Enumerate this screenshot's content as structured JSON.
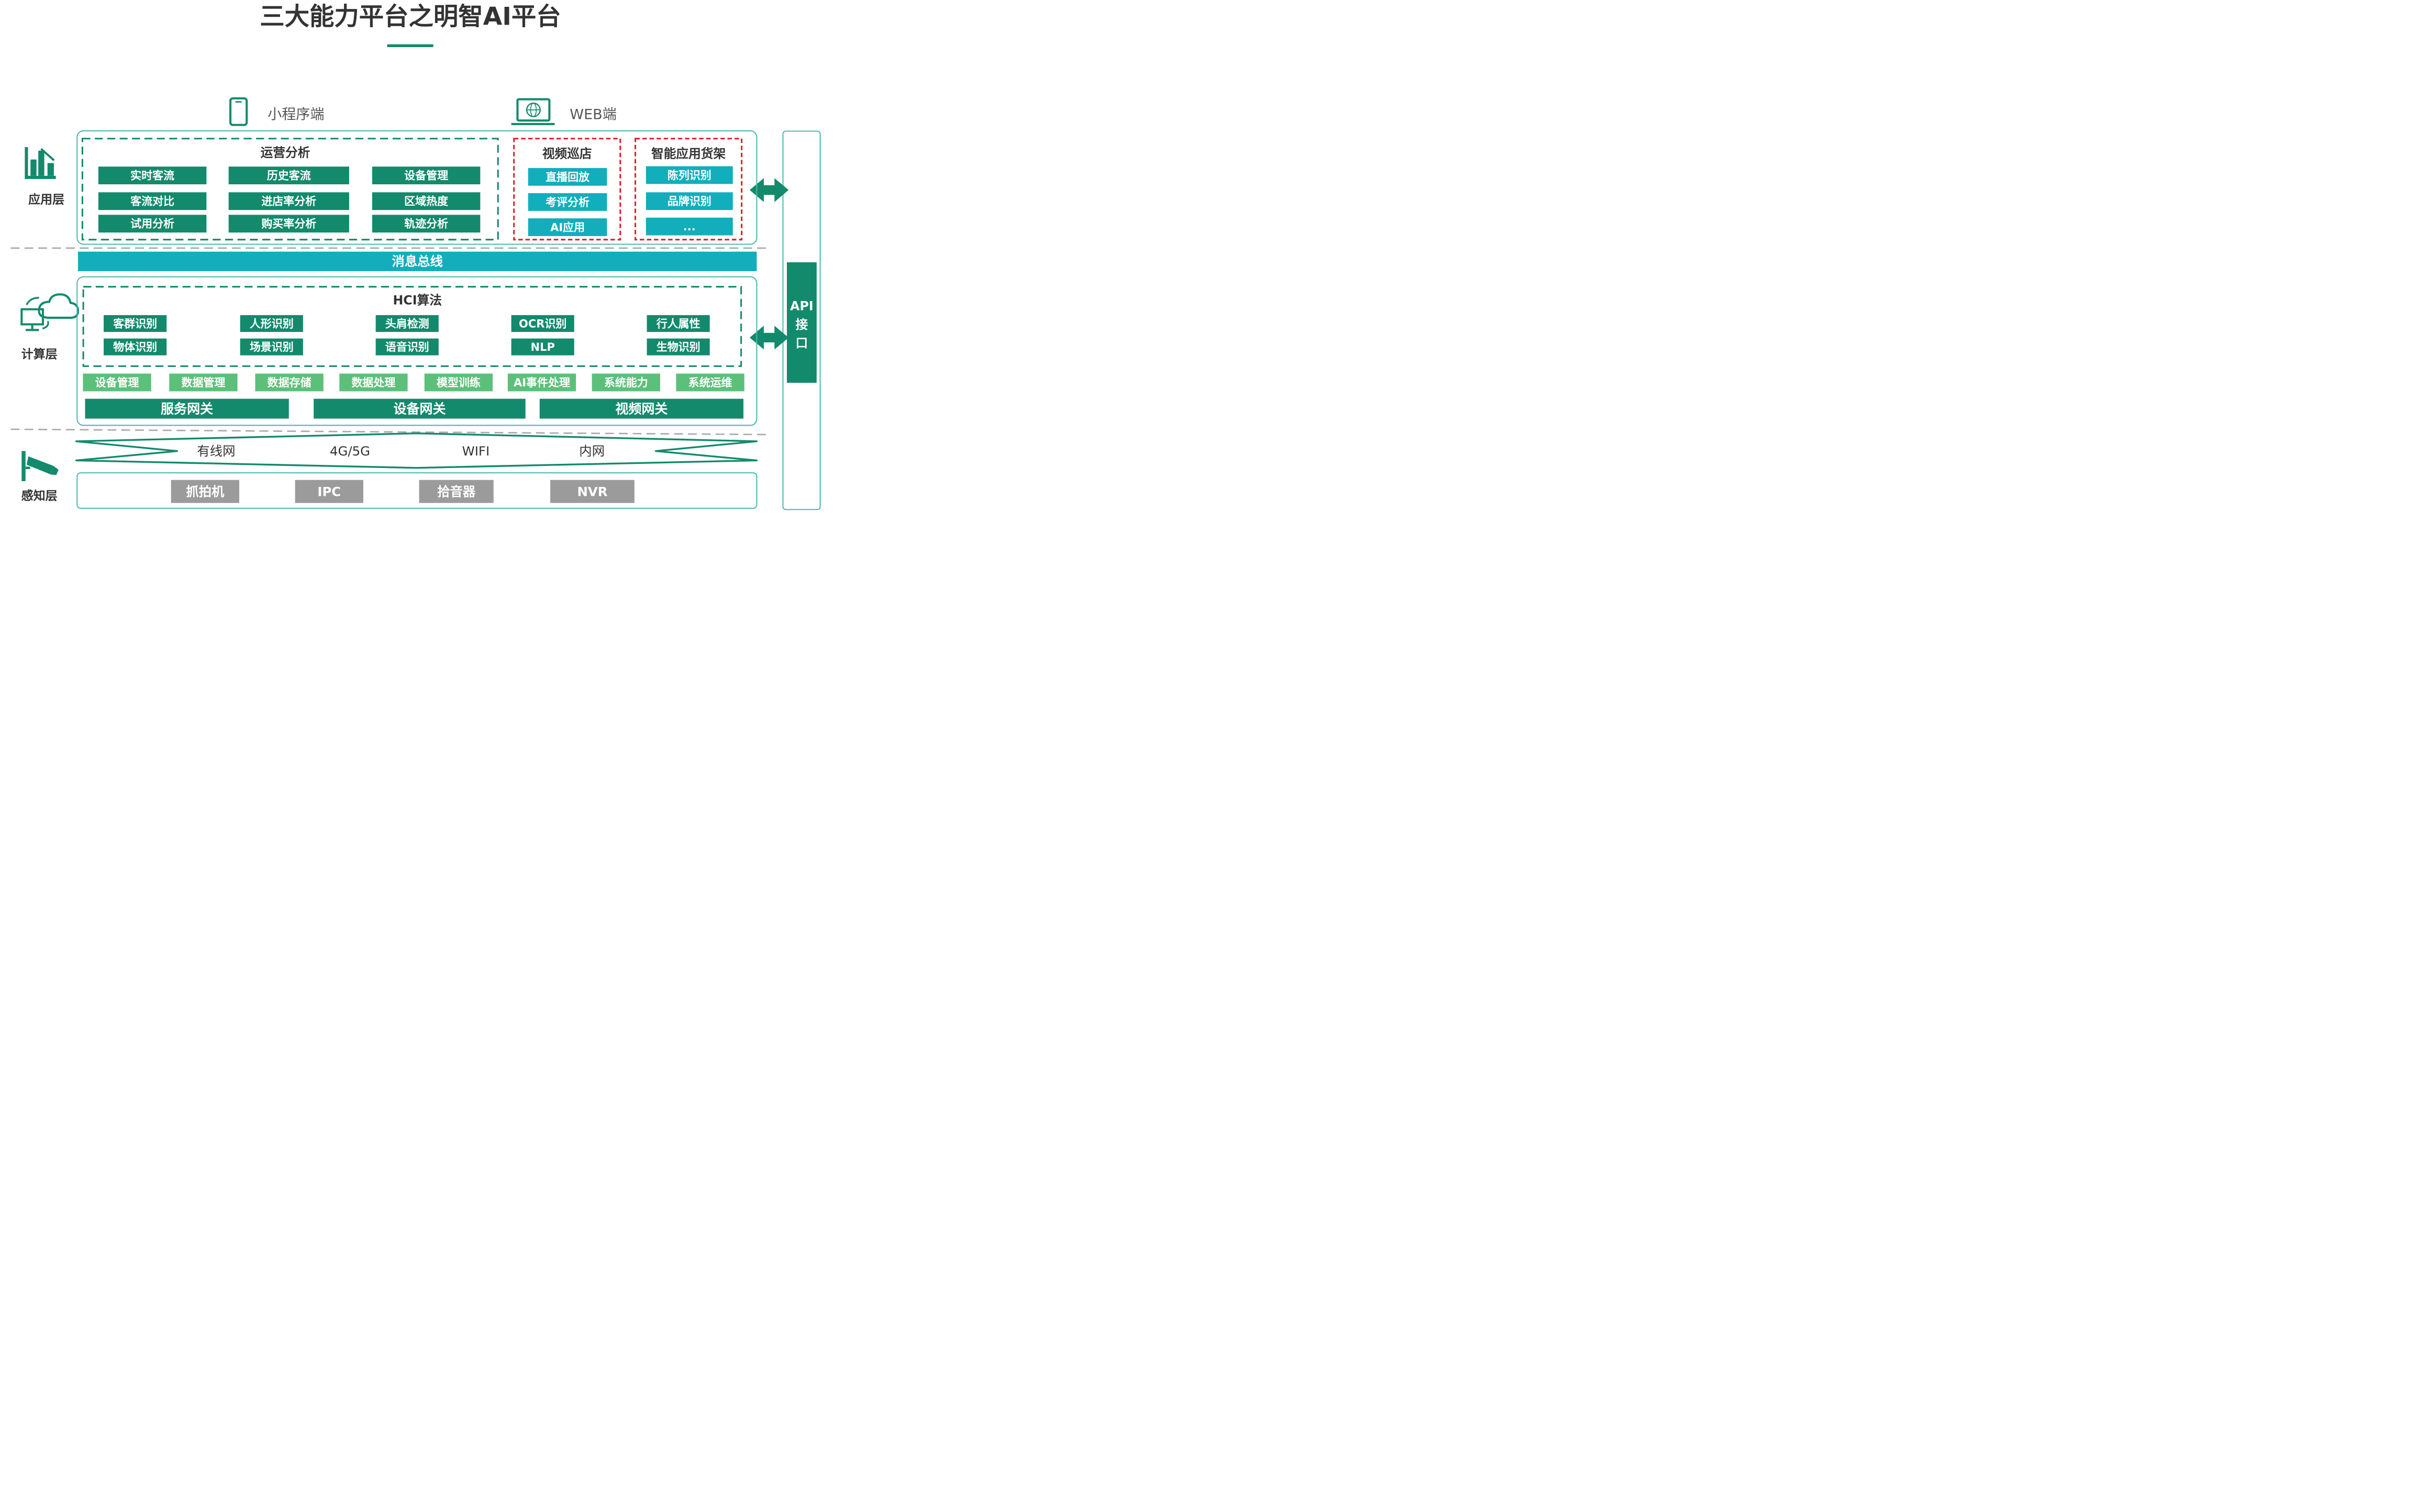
{
  "title": "三大能力平台之明智AI平台",
  "clients": {
    "mini_program": "小程序端",
    "web": "WEB端"
  },
  "layers": {
    "application": "应用层",
    "compute": "计算层",
    "perception": "感知层"
  },
  "api": {
    "line1": "API",
    "line2": "接",
    "line3": "口"
  },
  "operations": {
    "title": "运营分析",
    "items": [
      "实时客流",
      "历史客流",
      "设备管理",
      "客流对比",
      "进店率分析",
      "区域热度",
      "试用分析",
      "购买率分析",
      "轨迹分析"
    ]
  },
  "video_patrol": {
    "title": "视频巡店",
    "items": [
      "直播回放",
      "考评分析",
      "AI应用"
    ]
  },
  "smart_shelf": {
    "title": "智能应用货架",
    "items": [
      "陈列识别",
      "品牌识别",
      "..."
    ]
  },
  "message_bus": "消息总线",
  "hci": {
    "title": "HCI算法",
    "items": [
      "客群识别",
      "人形识别",
      "头肩检测",
      "OCR识别",
      "行人属性",
      "物体识别",
      "场景识别",
      "语音识别",
      "NLP",
      "生物识别"
    ]
  },
  "capabilities": [
    "设备管理",
    "数据管理",
    "数据存储",
    "数据处理",
    "模型训练",
    "AI事件处理",
    "系统能力",
    "系统运维"
  ],
  "gateways": [
    "服务网关",
    "设备网关",
    "视频网关"
  ],
  "networks": [
    "有线网",
    "4G/5G",
    "WIFI",
    "内网"
  ],
  "devices": [
    "抓拍机",
    "IPC",
    "拾音器",
    "NVR"
  ],
  "colors": {
    "dark_green": "#138a6c",
    "teal": "#12aebb",
    "light_green": "#5cc07a",
    "gray": "#9b9b9b",
    "red": "#e0202c",
    "text": "#333333"
  }
}
